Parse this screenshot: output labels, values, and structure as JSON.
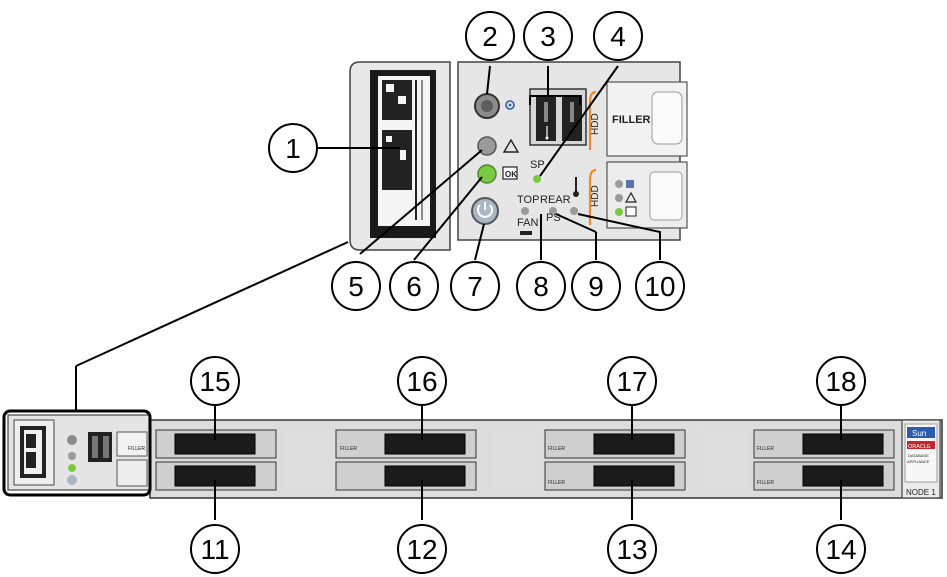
{
  "diagram": {
    "callouts": [
      "1",
      "2",
      "3",
      "4",
      "5",
      "6",
      "7",
      "8",
      "9",
      "10",
      "11",
      "12",
      "13",
      "14",
      "15",
      "16",
      "17",
      "18"
    ],
    "labels": {
      "sp": "SP",
      "top": "TOP",
      "fan": "FAN",
      "rear": "REAR",
      "ps": "PS",
      "hdd": "HDD",
      "filler": "FILLER",
      "ok": "OK",
      "node": "NODE 1",
      "sun": "Sun",
      "oracle": "ORACLE",
      "database": "DATABASE",
      "appliance": "APPLIANCE"
    },
    "colors": {
      "led_green": "#7ac943",
      "led_gray": "#9a9a9a",
      "accent_orange": "#f08a24",
      "oracle_red": "#c0272d"
    },
    "icons": [
      "locator-icon",
      "usb-icon",
      "warning-icon",
      "ok-icon",
      "power-icon",
      "thermometer-icon"
    ]
  }
}
